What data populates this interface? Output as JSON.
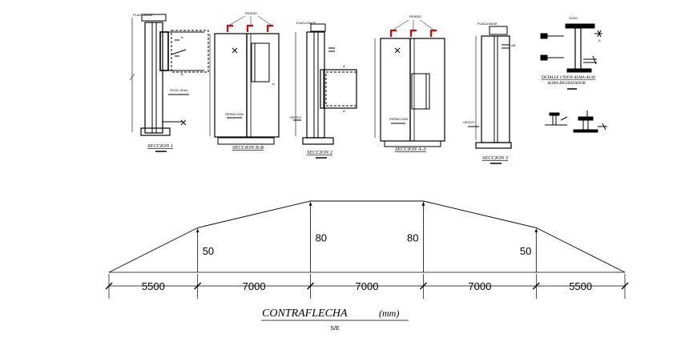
{
  "sections": [
    {
      "id": "s1",
      "title": "SECCION 1"
    },
    {
      "id": "s2",
      "title": "SECCION B-B"
    },
    {
      "id": "s3",
      "title": "SECCION 2"
    },
    {
      "id": "s4",
      "title": "SECCION A-A"
    },
    {
      "id": "s5",
      "title": "SECCION 3"
    }
  ],
  "detail": {
    "title_line1": "DETALLE UNION ALMA-ALAS",
    "title_line2": "ALMA-RIGIDIZADOR"
  },
  "camber": {
    "title": "CONTRAFLECHA",
    "unit": "(mm)",
    "scale": "S/E",
    "segments": [
      5500,
      7000,
      7000,
      7000,
      5500
    ],
    "ordinates": [
      0,
      50,
      80,
      80,
      50,
      0
    ],
    "rise_labels": [
      "50",
      "80",
      "80",
      "50"
    ],
    "span_labels": [
      "5500",
      "7000",
      "7000",
      "7000",
      "5500"
    ]
  }
}
